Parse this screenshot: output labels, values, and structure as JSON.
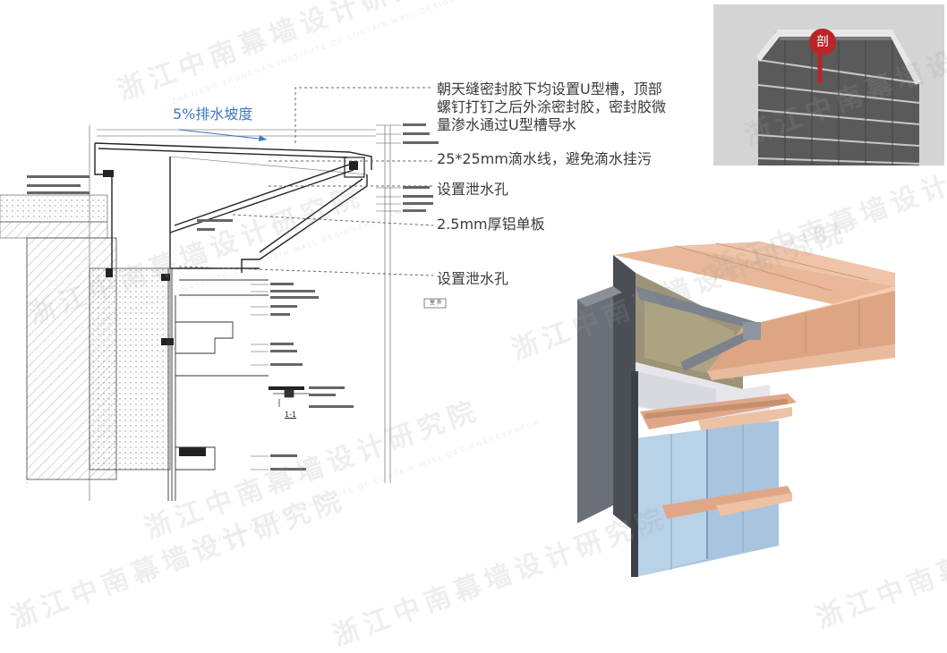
{
  "callouts": [
    "朝天缝密封胶下均设置U型槽，顶部\n螺钉打钉之后外涂密封胶，密封胶微\n量渗水通过U型槽导水",
    "25*25mm滴水线，避免滴水挂污",
    "设置泄水孔",
    "2.5mm厚铝单板",
    "设置泄水孔"
  ],
  "slope_label": "5%排水坡度",
  "section_marker": "剖",
  "section_label": "1-1",
  "outdoor_tag": "室 外",
  "watermark_cn": "浙江中南幕墙设计研究院",
  "watermark_en": "ZHEJIANG ZHONGNAN INSTITUTE OF CURTAIN WALL DESIGN&RESEARCH",
  "colors": {
    "callout_text": "#3a3a3a",
    "slope_text": "#3a78c2",
    "marker_red": "#b8262a",
    "copper": "#e8b898",
    "glass": "#a8c4de"
  }
}
